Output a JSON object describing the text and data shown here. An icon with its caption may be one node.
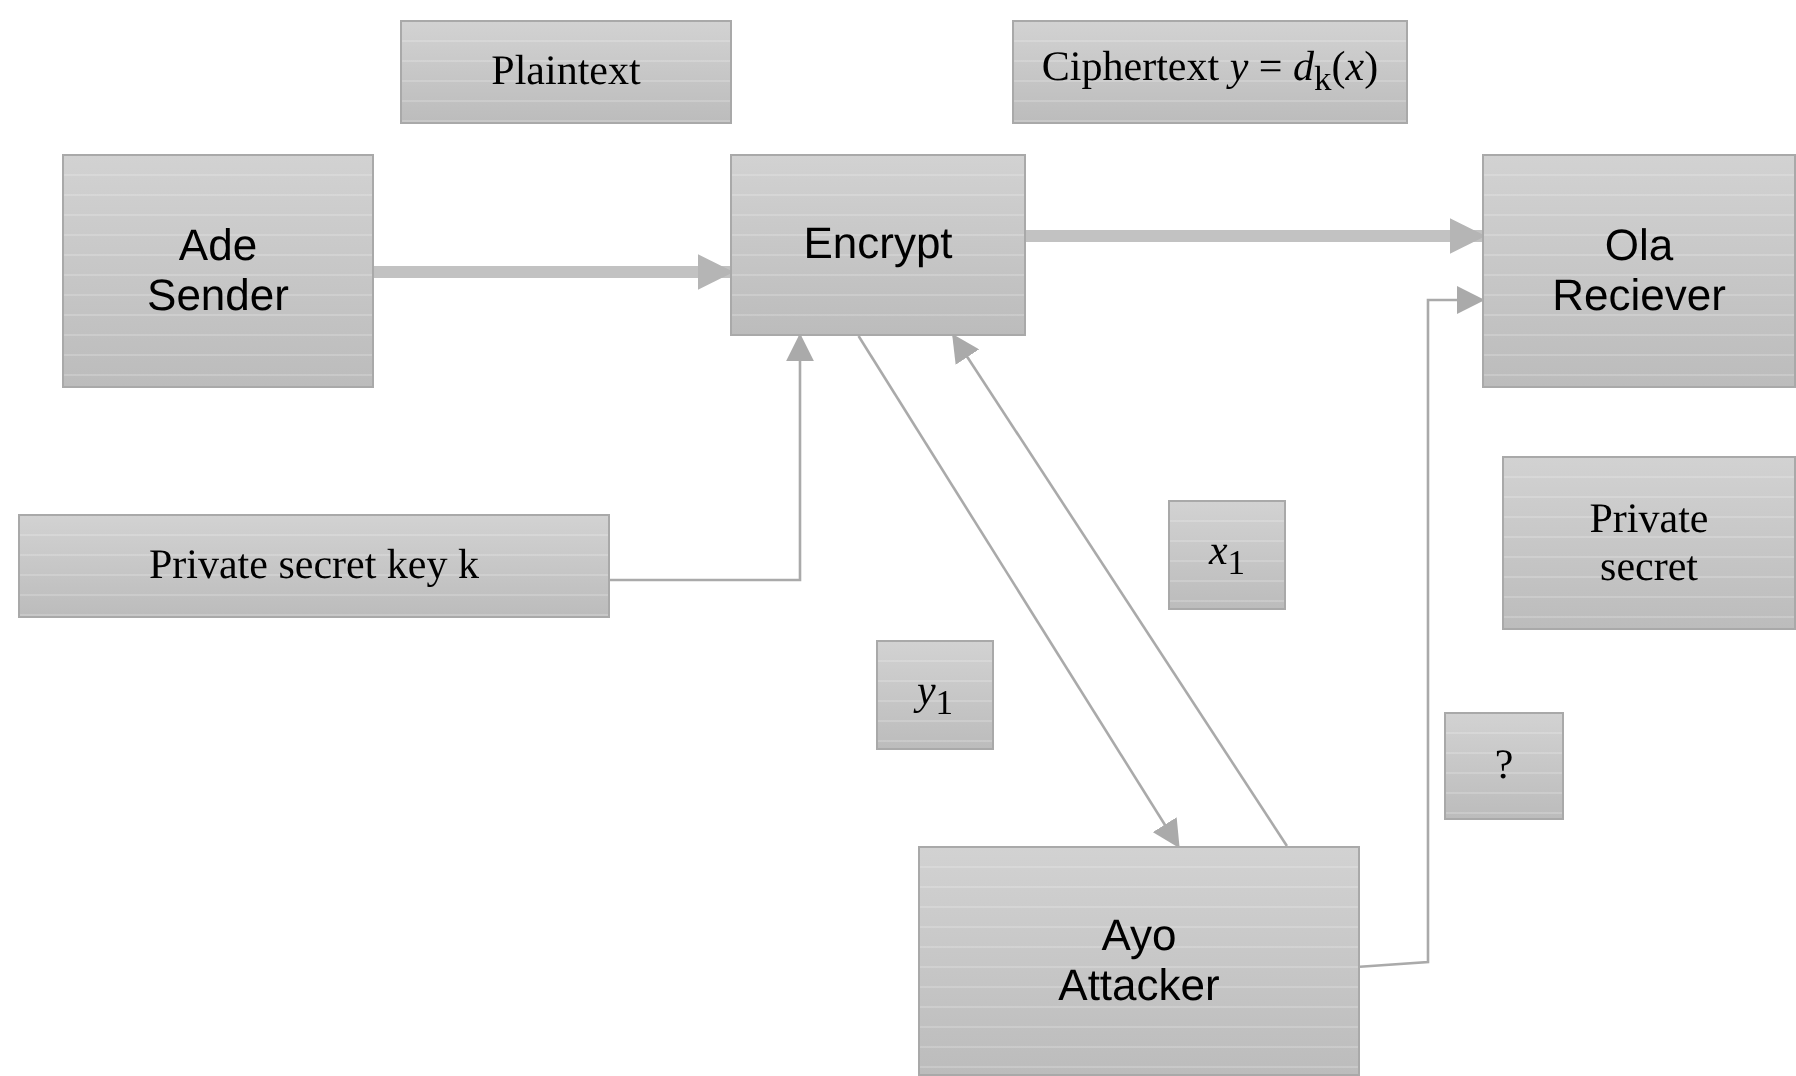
{
  "diagram": {
    "nodes": [
      {
        "text": [
          "Plaintext"
        ]
      },
      {
        "text": [
          "Ciphertext *y* = *d*$_{k}$(*x*)"
        ]
      },
      {
        "text": [
          "Ade Sender"
        ]
      },
      {
        "text": [
          "Encrypt"
        ]
      },
      {
        "text": [
          "Ola Reciever"
        ]
      },
      {
        "text": [
          "Private secret key k"
        ]
      },
      {
        "text": [
          "*x*$_{1}$"
        ]
      },
      {
        "text": [
          "Private secret"
        ]
      },
      {
        "text": [
          "*y*$_{1}$"
        ]
      },
      {
        "text": [
          "?"
        ]
      },
      {
        "text": [
          "Ayo Attacker"
        ]
      }
    ],
    "edges": [
      {
        "from": 2,
        "to": 3,
        "arrow": "to",
        "style": "thick"
      },
      {
        "from": 3,
        "to": 4,
        "arrow": "to",
        "style": "thick"
      },
      {
        "from": 5,
        "to": 3,
        "arrow": "to"
      },
      {
        "from": 3,
        "to": 10,
        "arrow": "to"
      },
      {
        "from": 10,
        "to": 3,
        "arrow": "to"
      },
      {
        "from": 10,
        "to": 4,
        "arrow": "to"
      }
    ]
  }
}
